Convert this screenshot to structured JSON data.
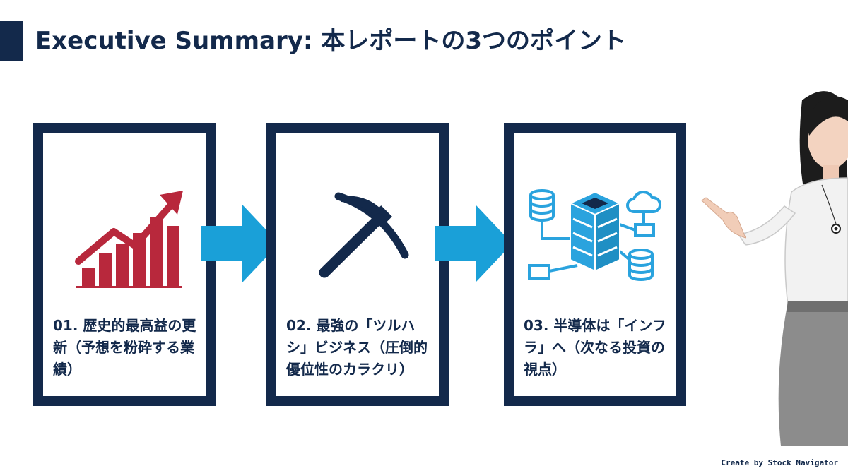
{
  "header": {
    "title": "Executive Summary: 本レポートの3つのポイント"
  },
  "points": [
    {
      "text": "01. 歴史的最高益の更新（予想を粉砕する業績）",
      "icon": "growth-chart-icon"
    },
    {
      "text": "02. 最強の「ツルハシ」ビジネス（圧倒的優位性のカラクリ）",
      "icon": "pickaxe-icon"
    },
    {
      "text": "03. 半導体は「インフラ」へ（次なる投資の視点）",
      "icon": "server-network-icon"
    }
  ],
  "footer": {
    "credit": "Create by Stock Navigator"
  },
  "colors": {
    "navy": "#13294b",
    "accent_red": "#b8283c",
    "accent_blue": "#1aa0d8",
    "icon_blue": "#2aa3de"
  }
}
